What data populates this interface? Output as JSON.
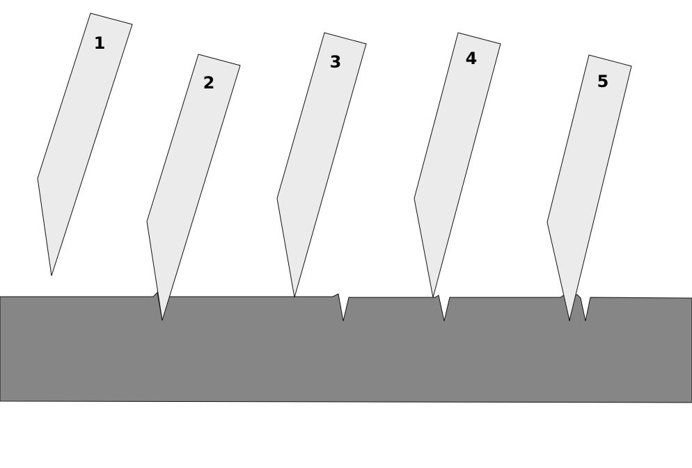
{
  "colors": {
    "background": "#ffffff",
    "tool_fill": "#ebebeb",
    "tool_outline": "#111111",
    "workpiece_fill": "#868686"
  },
  "tools": [
    {
      "id": "1",
      "label": "1"
    },
    {
      "id": "2",
      "label": "2"
    },
    {
      "id": "3",
      "label": "3"
    },
    {
      "id": "4",
      "label": "4"
    },
    {
      "id": "5",
      "label": "5"
    }
  ]
}
